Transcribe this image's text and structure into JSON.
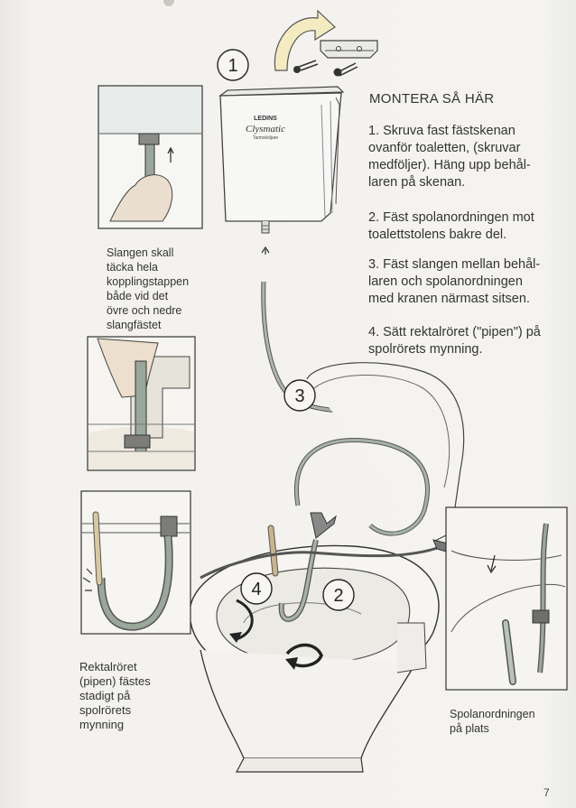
{
  "instructions": {
    "title": "MONTERA SÅ HÄR",
    "steps": [
      {
        "lines": [
          "1. Skruva fast fästskenan",
          "ovanför toaletten, (skruvar",
          "medföljer). Häng upp behål-",
          "laren på skenan."
        ]
      },
      {
        "lines": [
          "2. Fäst spolanordningen mot",
          "toalettstolens bakre del."
        ]
      },
      {
        "lines": [
          "3. Fäst slangen mellan behål-",
          "laren och spolanordningen",
          "med kranen närmast sitsen."
        ]
      },
      {
        "lines": [
          "4. Sätt rektalröret (\"pipen\") på",
          "spolrörets mynning."
        ]
      }
    ]
  },
  "captions": {
    "hose": {
      "lines": [
        "Slangen skall",
        "täcka hela",
        "kopplingstappen",
        "både vid det",
        "övre och nedre",
        "slangfästet"
      ]
    },
    "rectal": {
      "lines": [
        "Rektalröret",
        "(pipen) fästes",
        "stadigt på",
        "spolrörets",
        "mynning"
      ]
    },
    "flush": {
      "lines": [
        "Spolanordningen",
        "på plats"
      ]
    }
  },
  "callouts": {
    "one": "1",
    "two": "2",
    "three": "3",
    "four": "4"
  },
  "container": {
    "brand": "LEDINS",
    "name": "Clysmatic",
    "sub": "Tarmsköljare"
  },
  "page_number": "7",
  "colors": {
    "paper": "#f2f1ed",
    "ink": "#333333",
    "hose": "#8a9a8c",
    "container": "#f7f8f6"
  }
}
